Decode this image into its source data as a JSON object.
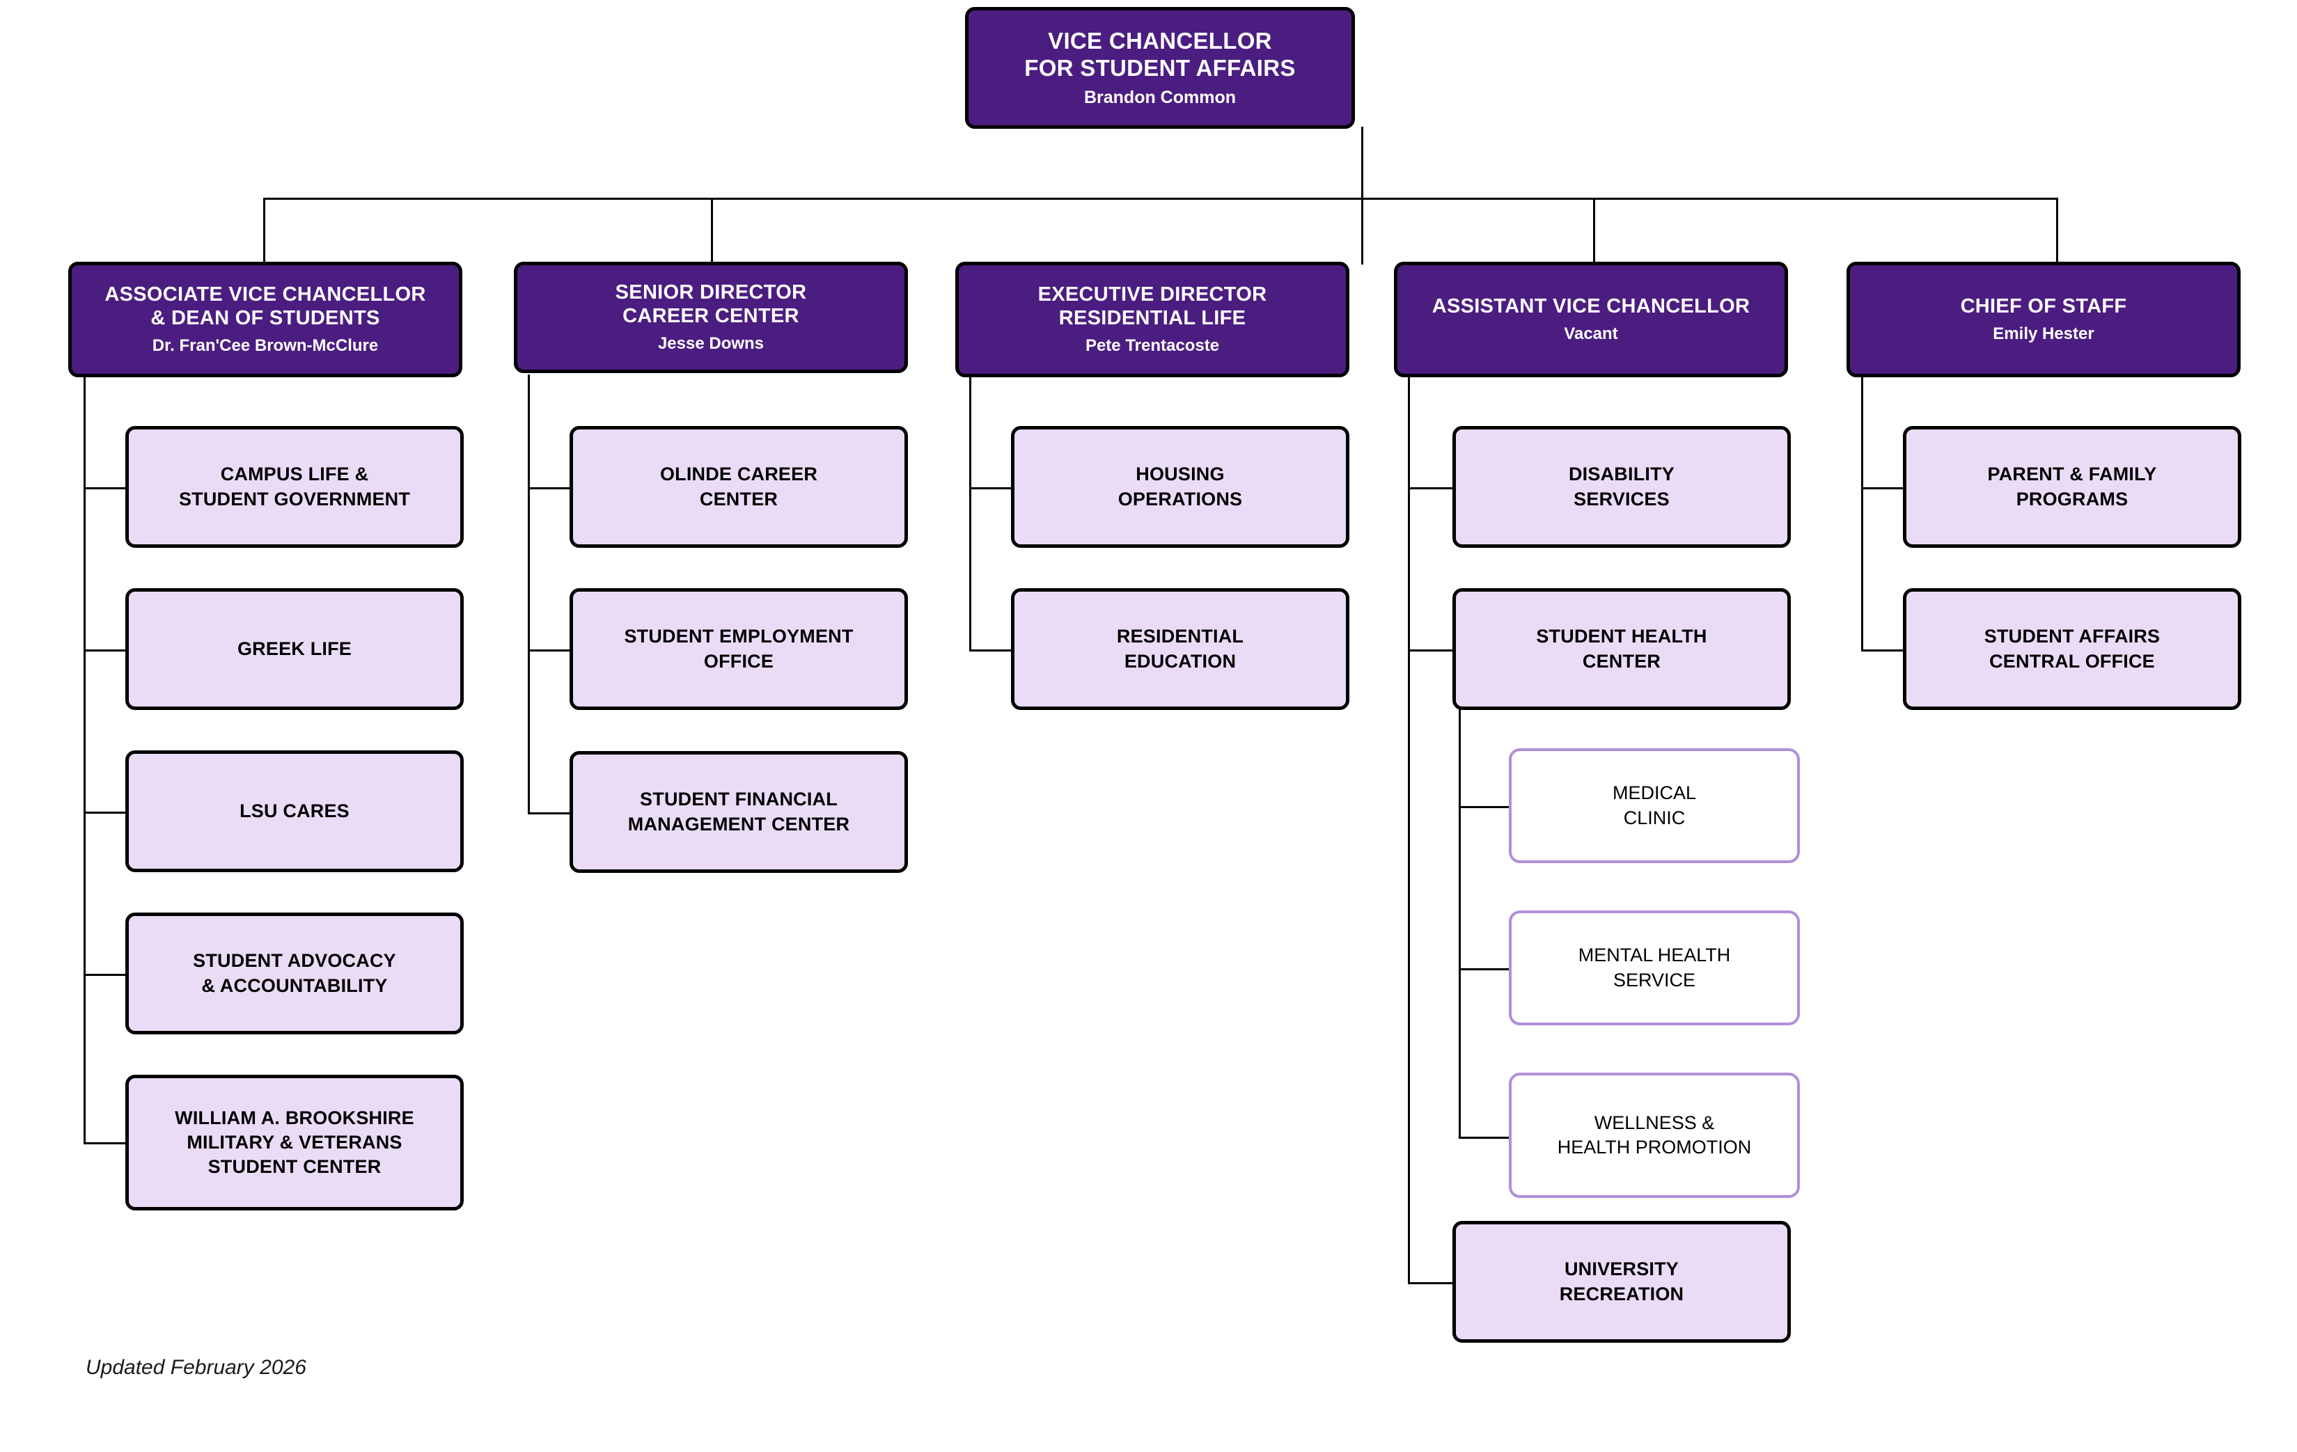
{
  "colors": {
    "header_fill": "#4B1D80",
    "header_text": "#FFFFFF",
    "unit_fill": "#EADCF6",
    "unit_border": "#000000",
    "subunit_fill": "#FFFFFF",
    "subunit_border": "#B18FD9",
    "connector": "#000000",
    "page_background": "#FFFFFF"
  },
  "root": {
    "title_line1": "VICE CHANCELLOR",
    "title_line2": "FOR STUDENT AFFAIRS",
    "person": "Brandon Common"
  },
  "columns": [
    {
      "head": {
        "title_line1": "ASSOCIATE VICE CHANCELLOR",
        "title_line2": "& DEAN OF STUDENTS",
        "person": "Dr. Fran'Cee Brown-McClure"
      },
      "children": [
        {
          "line1": "CAMPUS LIFE &",
          "line2": "STUDENT GOVERNMENT"
        },
        {
          "line1": "GREEK LIFE",
          "line2": ""
        },
        {
          "line1": "LSU CARES",
          "line2": ""
        },
        {
          "line1": "STUDENT ADVOCACY",
          "line2": "& ACCOUNTABILITY"
        },
        {
          "line1": "WILLIAM A. BROOKSHIRE",
          "line2": "MILITARY & VETERANS",
          "line3": "STUDENT CENTER"
        }
      ]
    },
    {
      "head": {
        "title_line1": "SENIOR DIRECTOR",
        "title_line2": "CAREER CENTER",
        "person": "Jesse Downs"
      },
      "children": [
        {
          "line1": "OLINDE CAREER",
          "line2": "CENTER"
        },
        {
          "line1": "STUDENT EMPLOYMENT",
          "line2": "OFFICE"
        },
        {
          "line1": "STUDENT FINANCIAL",
          "line2": "MANAGEMENT CENTER"
        }
      ]
    },
    {
      "head": {
        "title_line1": "EXECUTIVE DIRECTOR",
        "title_line2": "RESIDENTIAL LIFE",
        "person": "Pete Trentacoste"
      },
      "children": [
        {
          "line1": "HOUSING",
          "line2": "OPERATIONS"
        },
        {
          "line1": "RESIDENTIAL",
          "line2": "EDUCATION"
        }
      ]
    },
    {
      "head": {
        "title_line1": "ASSISTANT VICE CHANCELLOR",
        "title_line2": "",
        "person": "Vacant"
      },
      "children": [
        {
          "line1": "DISABILITY",
          "line2": "SERVICES"
        },
        {
          "line1": "STUDENT HEALTH",
          "line2": "CENTER"
        },
        {
          "line1": "UNIVERSITY",
          "line2": "RECREATION"
        }
      ],
      "subchildren": [
        {
          "line1": "MEDICAL",
          "line2": "CLINIC"
        },
        {
          "line1": "MENTAL HEALTH",
          "line2": "SERVICE"
        },
        {
          "line1": "WELLNESS &",
          "line2": "HEALTH PROMOTION"
        }
      ]
    },
    {
      "head": {
        "title_line1": "CHIEF OF STAFF",
        "title_line2": "",
        "person": "Emily Hester"
      },
      "children": [
        {
          "line1": "PARENT & FAMILY",
          "line2": "PROGRAMS"
        },
        {
          "line1": "STUDENT AFFAIRS",
          "line2": "CENTRAL OFFICE"
        }
      ]
    }
  ],
  "footer": {
    "updated": "Updated February 2026"
  }
}
